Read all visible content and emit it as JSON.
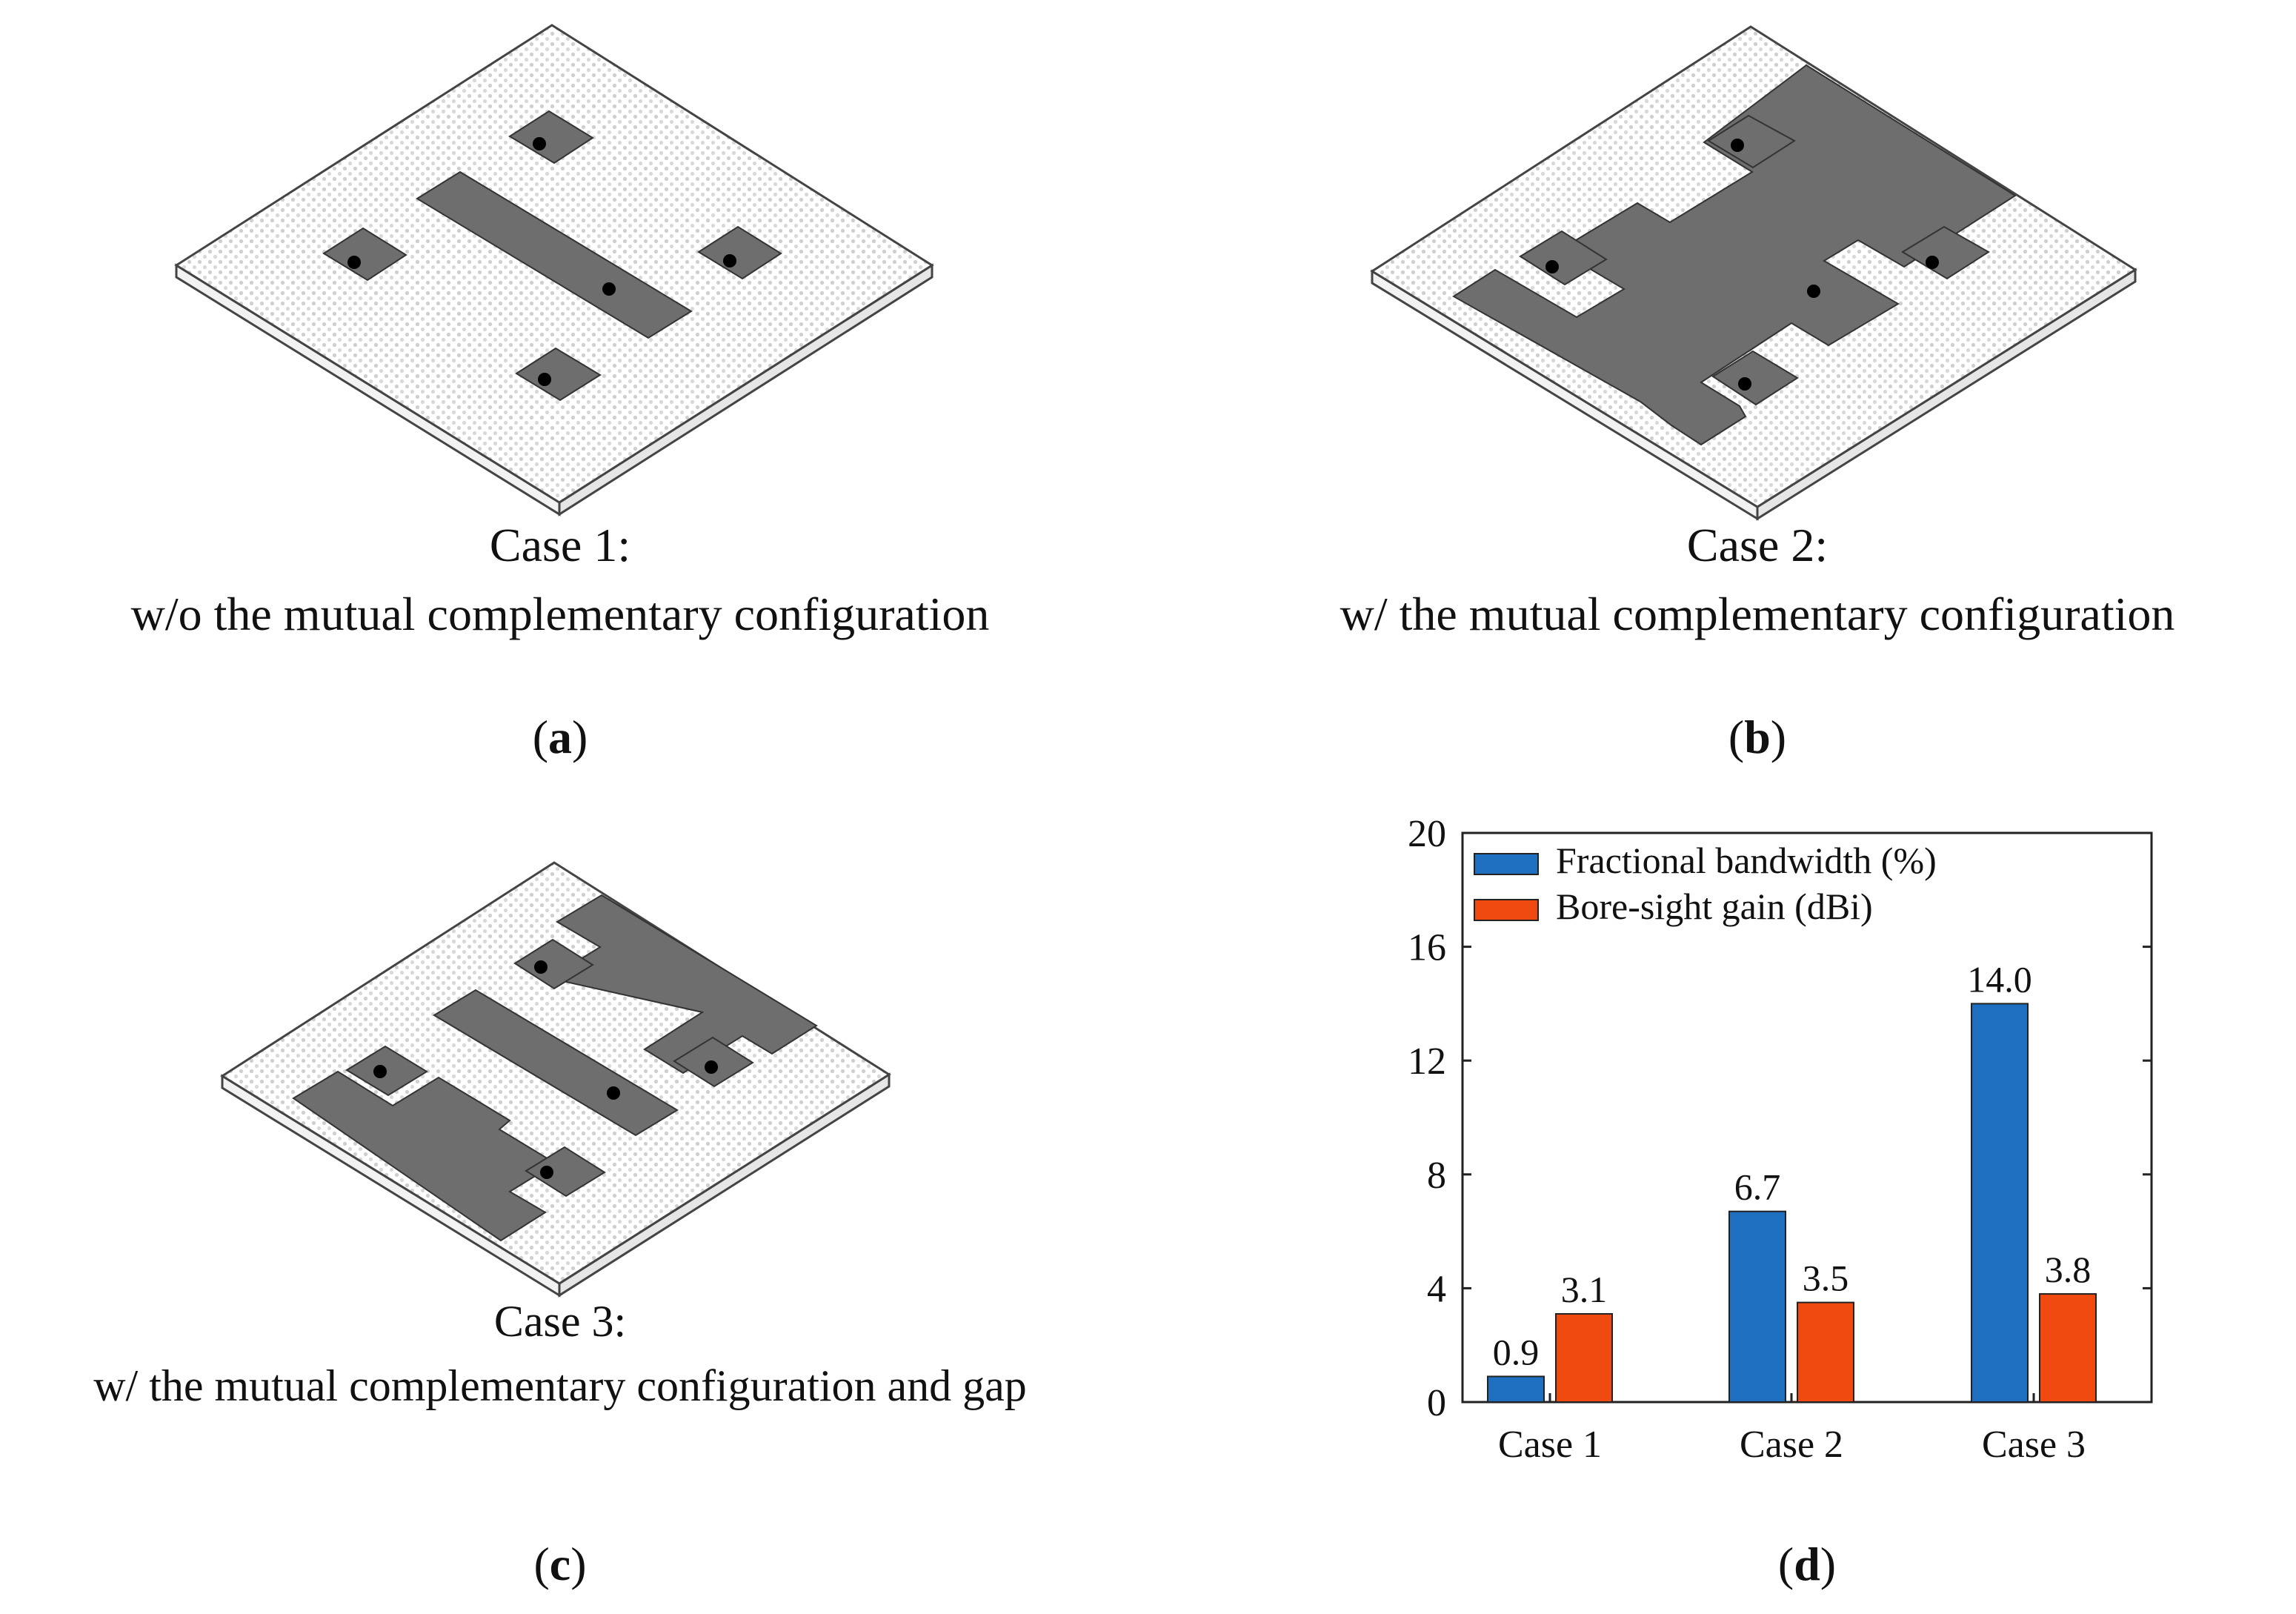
{
  "panels": {
    "a": {
      "case_title": "Case 1:",
      "description": "w/o the mutual complementary configuration",
      "letter": "a"
    },
    "b": {
      "case_title": "Case 2:",
      "description": "w/ the mutual complementary configuration",
      "letter": "b"
    },
    "c": {
      "case_title": "Case 3:",
      "description": "w/ the mutual complementary configuration and gap",
      "letter": "c"
    },
    "d": {
      "letter": "d"
    }
  },
  "colors": {
    "patch": "#6e6e6e",
    "substrate_dots": "#c8c8c8",
    "bandwidth": "#1f6fc0",
    "gain": "#f04a10"
  },
  "chart_data": {
    "type": "bar",
    "categories": [
      "Case 1",
      "Case 2",
      "Case 3"
    ],
    "series": [
      {
        "name": "Fractional bandwidth (%)",
        "values": [
          0.9,
          6.7,
          14.0
        ],
        "labels": [
          "0.9",
          "6.7",
          "14.0"
        ]
      },
      {
        "name": "Bore-sight gain (dBi)",
        "values": [
          3.1,
          3.5,
          3.8
        ],
        "labels": [
          "3.1",
          "3.5",
          "3.8"
        ]
      }
    ],
    "ylim": [
      0,
      20
    ],
    "yticks": [
      "0",
      "4",
      "8",
      "12",
      "16",
      "20"
    ],
    "legend": "top-left",
    "grid": false
  }
}
